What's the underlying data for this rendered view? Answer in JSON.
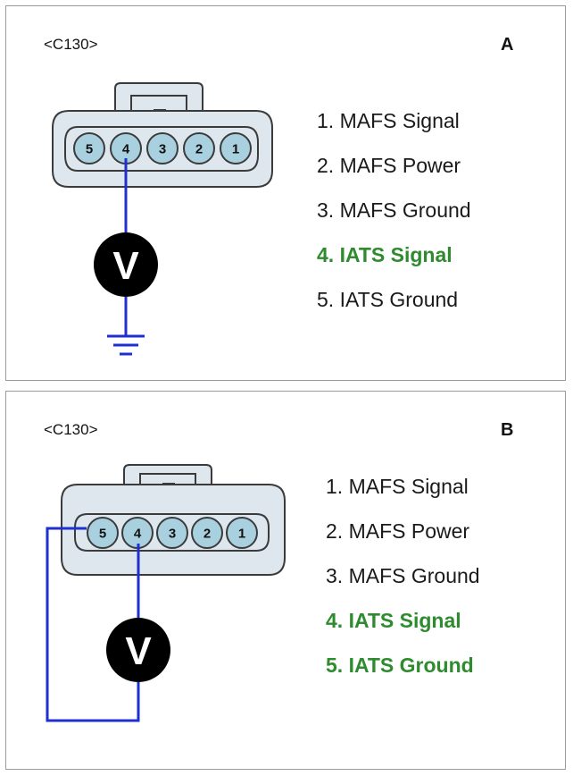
{
  "panels": [
    {
      "connector": "<C130>",
      "label": "A",
      "pins": [
        {
          "text": "1. MAFS Signal",
          "highlight": false
        },
        {
          "text": "2. MAFS Power",
          "highlight": false
        },
        {
          "text": "3. MAFS Ground",
          "highlight": false
        },
        {
          "text": "4. IATS Signal",
          "highlight": true
        },
        {
          "text": "5. IATS Ground",
          "highlight": false
        }
      ]
    },
    {
      "connector": "<C130>",
      "label": "B",
      "pins": [
        {
          "text": "1. MAFS Signal",
          "highlight": false
        },
        {
          "text": "2. MAFS Power",
          "highlight": false
        },
        {
          "text": "3. MAFS Ground",
          "highlight": false
        },
        {
          "text": "4. IATS Signal",
          "highlight": true
        },
        {
          "text": "5. IATS Ground",
          "highlight": true
        }
      ]
    }
  ],
  "connector_pins": [
    "5",
    "4",
    "3",
    "2",
    "1"
  ],
  "meter_symbol": "V",
  "colors": {
    "wire": "#1f2fd0",
    "pin_fill": "#a9d0df",
    "connector_fill": "#dfe7ee",
    "highlight_text": "#2e8b2e",
    "meter_fill": "#000000"
  }
}
